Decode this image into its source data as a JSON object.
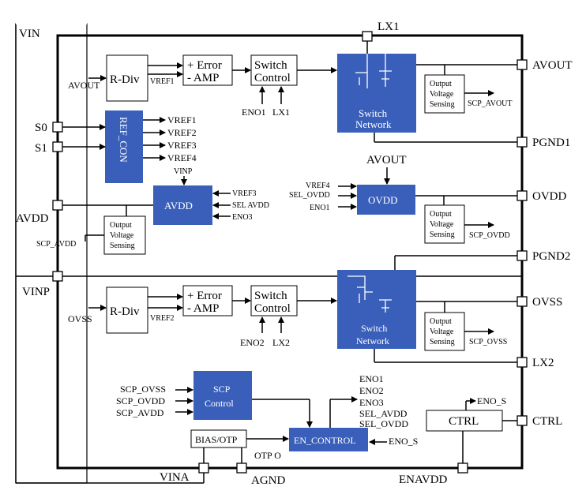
{
  "pins": {
    "vin": "VIN",
    "lx1": "LX1",
    "avout": "AVOUT",
    "pgnd1": "PGND1",
    "s0": "S0",
    "s1": "S1",
    "avdd": "AVDD",
    "ovdd": "OVDD",
    "pgnd2": "PGND2",
    "vinp": "VINP",
    "ovss": "OVSS",
    "lx2": "LX2",
    "ctrl": "CTRL",
    "vina": "VINA",
    "agnd": "AGND",
    "enavdd": "ENAVDD"
  },
  "blocks": {
    "rdiv": "R-Div",
    "error_amp_plus": "+ Error",
    "error_amp_minus": "- AMP",
    "switch_control_1": "Switch",
    "switch_control_2": "Control",
    "switch_network_1": "Switch",
    "switch_network_2": "Network",
    "ref_con": "REF_CON",
    "avdd": "AVDD",
    "ovdd": "OVDD",
    "ovs_1": "Output",
    "ovs_2": "Voltage",
    "ovs_3": "Sensing",
    "scp_1": "SCP",
    "scp_2": "Control",
    "en_control": "EN_CONTROL",
    "bias_otp": "BIAS/OTP",
    "ctrl": "CTRL"
  },
  "signals": {
    "avout": "AVOUT",
    "ovss": "OVSS",
    "vref1": "VREF1",
    "vref2": "VREF2",
    "vref3": "VREF3",
    "vref4": "VREF4",
    "eno1": "ENO1",
    "eno2": "ENO2",
    "eno3": "ENO3",
    "eno_s": "ENO_S",
    "lx1": "LX1",
    "lx2": "LX2",
    "vinp": "VINP",
    "sel_avdd": "SEL AVDD",
    "sel_avdd_u": "SEL_AVDD",
    "sel_ovdd": "SEL_OVDD",
    "scp_avout": "SCP_AVOUT",
    "scp_ovdd": "SCP_OVDD",
    "scp_ovss": "SCP_OVSS",
    "scp_avdd": "SCP_AVDD",
    "scp_avdd_low": "SCP_AVDD",
    "otp_o": "OTP O"
  }
}
